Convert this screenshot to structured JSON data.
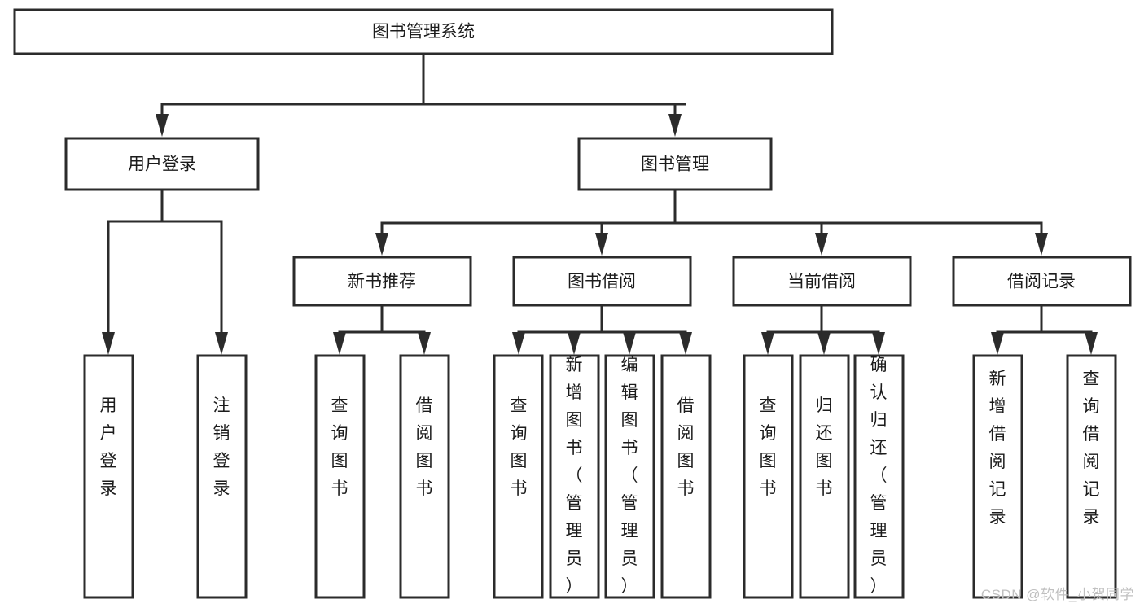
{
  "diagram": {
    "type": "tree",
    "title": "图书管理系统",
    "orientation": "top-down",
    "watermark": "CSDN @软件_小贺同学",
    "colors": {
      "box_fill": "#ffffff",
      "box_stroke": "#2b2b2b",
      "text": "#1b1b1b",
      "background": "#ffffff",
      "watermark": "#c0c0c0"
    },
    "root": {
      "label": "图书管理系统"
    },
    "level2": [
      {
        "label": "用户登录"
      },
      {
        "label": "图书管理"
      }
    ],
    "level3": [
      {
        "label": "新书推荐"
      },
      {
        "label": "图书借阅"
      },
      {
        "label": "当前借阅"
      },
      {
        "label": "借阅记录"
      }
    ],
    "leaves": {
      "user_login": [
        {
          "label": "用户登录"
        },
        {
          "label": "注销登录"
        }
      ],
      "new_book_recommend": [
        {
          "label": "查询图书"
        },
        {
          "label": "借阅图书"
        }
      ],
      "book_borrow": [
        {
          "label": "查询图书"
        },
        {
          "label": "新增图书（管理员）"
        },
        {
          "label": "编辑图书（管理员）"
        },
        {
          "label": "借阅图书"
        }
      ],
      "current_borrow": [
        {
          "label": "查询图书"
        },
        {
          "label": "归还图书"
        },
        {
          "label": "确认归还（管理员）"
        }
      ],
      "borrow_record": [
        {
          "label": "新增借阅记录"
        },
        {
          "label": "查询借阅记录"
        }
      ]
    }
  }
}
